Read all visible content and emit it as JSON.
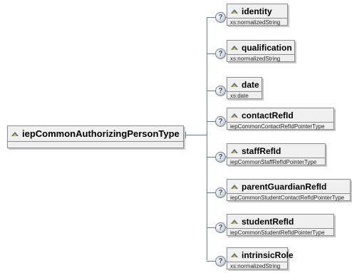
{
  "root": {
    "name": "iepCommonAuthorizingPersonType",
    "icon": "element-icon"
  },
  "children": [
    {
      "name": "identity",
      "type": "xs:normalizedString",
      "icon": "element-icon",
      "optional_icon": "question-mark-icon"
    },
    {
      "name": "qualification",
      "type": "xs:normalizedString",
      "icon": "element-icon",
      "optional_icon": "question-mark-icon"
    },
    {
      "name": "date",
      "type": "xs:date",
      "icon": "element-icon",
      "optional_icon": "question-mark-icon"
    },
    {
      "name": "contactRefId",
      "type": "iepCommonContactRefIdPointerType",
      "icon": "element-icon",
      "optional_icon": "question-mark-icon"
    },
    {
      "name": "staffRefId",
      "type": "iepCommonStaffRefIdPointerType",
      "icon": "element-icon",
      "optional_icon": "question-mark-icon"
    },
    {
      "name": "parentGuardianRefId",
      "type": "iepCommonStudentContactRefIdPointerType",
      "icon": "element-icon",
      "optional_icon": "question-mark-icon"
    },
    {
      "name": "studentRefId",
      "type": "iepCommonStudentRefIdPointerType",
      "icon": "element-icon",
      "optional_icon": "question-mark-icon"
    },
    {
      "name": "intrinsicRole",
      "type": "xs:normalizedString",
      "icon": "element-icon",
      "optional_icon": "question-mark-icon"
    }
  ],
  "colors": {
    "connector": "#5b7fa6",
    "box_fill": "#f0f0f0",
    "box_border": "#8c8c8c"
  }
}
